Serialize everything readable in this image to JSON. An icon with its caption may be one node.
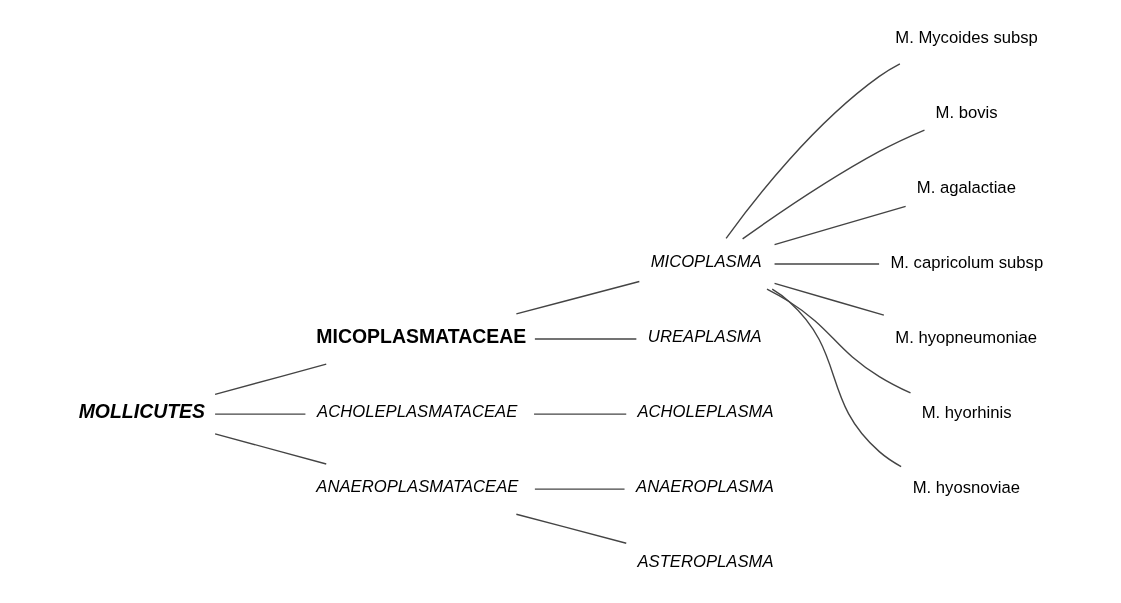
{
  "diagram": {
    "nodes": [
      {
        "text": [
          "MOLLICUTES"
        ]
      },
      {
        "text": [
          "MICOPLASMATACEAE"
        ]
      },
      {
        "text": [
          "ACHOLEPLASMATACEAE"
        ]
      },
      {
        "text": [
          "ANAEROPLASMATACEAE"
        ]
      },
      {
        "text": [
          "MICOPLASMA"
        ]
      },
      {
        "text": [
          "UREAPLASMA"
        ]
      },
      {
        "text": [
          "ACHOLEPLASMA"
        ]
      },
      {
        "text": [
          "ANAEROPLASMA"
        ]
      },
      {
        "text": [
          "ASTEROPLASMA"
        ]
      },
      {
        "text": [
          "M. Mycoides subsp"
        ]
      },
      {
        "text": [
          "M. bovis"
        ]
      },
      {
        "text": [
          "M. agalactiae"
        ]
      },
      {
        "text": [
          "M. capricolum subsp"
        ]
      },
      {
        "text": [
          "M. hyopneumoniae"
        ]
      },
      {
        "text": [
          "M. hyorhinis"
        ]
      },
      {
        "text": [
          "M. hyosnoviae"
        ]
      }
    ],
    "edges": [
      {
        "from": 0,
        "to": 1,
        "arrow": "none"
      },
      {
        "from": 0,
        "to": 2,
        "arrow": "none"
      },
      {
        "from": 0,
        "to": 3,
        "arrow": "none"
      },
      {
        "from": 1,
        "to": 4,
        "arrow": "none"
      },
      {
        "from": 1,
        "to": 5,
        "arrow": "none"
      },
      {
        "from": 2,
        "to": 6,
        "arrow": "none"
      },
      {
        "from": 3,
        "to": 7,
        "arrow": "none"
      },
      {
        "from": 3,
        "to": 8,
        "arrow": "none"
      },
      {
        "from": 4,
        "to": 9,
        "arrow": "none"
      },
      {
        "from": 4,
        "to": 10,
        "arrow": "none"
      },
      {
        "from": 4,
        "to": 11,
        "arrow": "none"
      },
      {
        "from": 4,
        "to": 12,
        "arrow": "none"
      },
      {
        "from": 4,
        "to": 13,
        "arrow": "none"
      },
      {
        "from": 4,
        "to": 14,
        "arrow": "none"
      },
      {
        "from": 4,
        "to": 15,
        "arrow": "none"
      }
    ]
  }
}
